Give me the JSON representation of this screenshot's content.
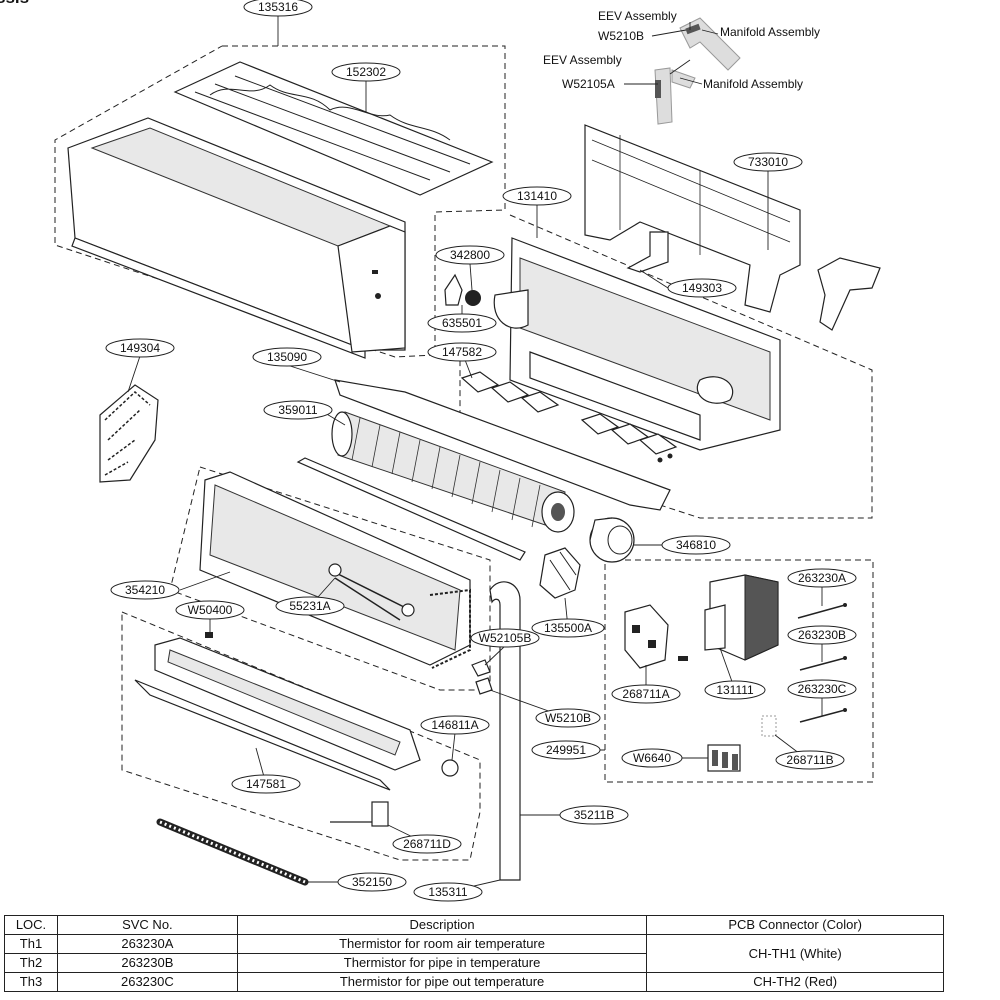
{
  "page": {
    "title": "ssis"
  },
  "labels": [
    {
      "id": "135316",
      "text": "135316"
    },
    {
      "id": "152302",
      "text": "152302"
    },
    {
      "id": "733010",
      "text": "733010"
    },
    {
      "id": "131410",
      "text": "131410"
    },
    {
      "id": "342800",
      "text": "342800"
    },
    {
      "id": "149303",
      "text": "149303"
    },
    {
      "id": "635501",
      "text": "635501"
    },
    {
      "id": "147582",
      "text": "147582"
    },
    {
      "id": "149304",
      "text": "149304"
    },
    {
      "id": "135090",
      "text": "135090"
    },
    {
      "id": "359011",
      "text": "359011"
    },
    {
      "id": "346810",
      "text": "346810"
    },
    {
      "id": "354210",
      "text": "354210"
    },
    {
      "id": "55231A",
      "text": "55231A"
    },
    {
      "id": "W50400",
      "text": "W50400"
    },
    {
      "id": "135500A",
      "text": "135500A"
    },
    {
      "id": "263230A",
      "text": "263230A"
    },
    {
      "id": "263230B",
      "text": "263230B"
    },
    {
      "id": "263230C",
      "text": "263230C"
    },
    {
      "id": "268711A",
      "text": "268711A"
    },
    {
      "id": "131111",
      "text": "131111"
    },
    {
      "id": "W52105B",
      "text": "W52105B"
    },
    {
      "id": "W5210B_b",
      "text": "W5210B"
    },
    {
      "id": "146811A",
      "text": "146811A"
    },
    {
      "id": "249951",
      "text": "249951"
    },
    {
      "id": "W6640",
      "text": "W6640"
    },
    {
      "id": "268711B",
      "text": "268711B"
    },
    {
      "id": "147581",
      "text": "147581"
    },
    {
      "id": "35211B",
      "text": "35211B"
    },
    {
      "id": "268711D",
      "text": "268711D"
    },
    {
      "id": "352150",
      "text": "352150"
    },
    {
      "id": "135311",
      "text": "135311"
    }
  ],
  "callouts": {
    "eev1": "EEV Assembly",
    "w5210b": "W5210B",
    "manifold1": "Manifold Assembly",
    "eev2": "EEV Assembly",
    "w52105a": "W52105A",
    "manifold2": "Manifold Assembly"
  },
  "table": {
    "headers": [
      "LOC.",
      "SVC No.",
      "Description",
      "PCB Connector (Color)"
    ],
    "rows": [
      {
        "loc": "Th1",
        "svc": "263230A",
        "desc": "Thermistor for room air temperature"
      },
      {
        "loc": "Th2",
        "svc": "263230B",
        "desc": "Thermistor for pipe in temperature"
      },
      {
        "loc": "Th3",
        "svc": "263230C",
        "desc": "Thermistor for pipe out temperature"
      }
    ],
    "connector_th1_th2": "CH-TH1 (White)",
    "connector_th3": "CH-TH2 (Red)"
  }
}
